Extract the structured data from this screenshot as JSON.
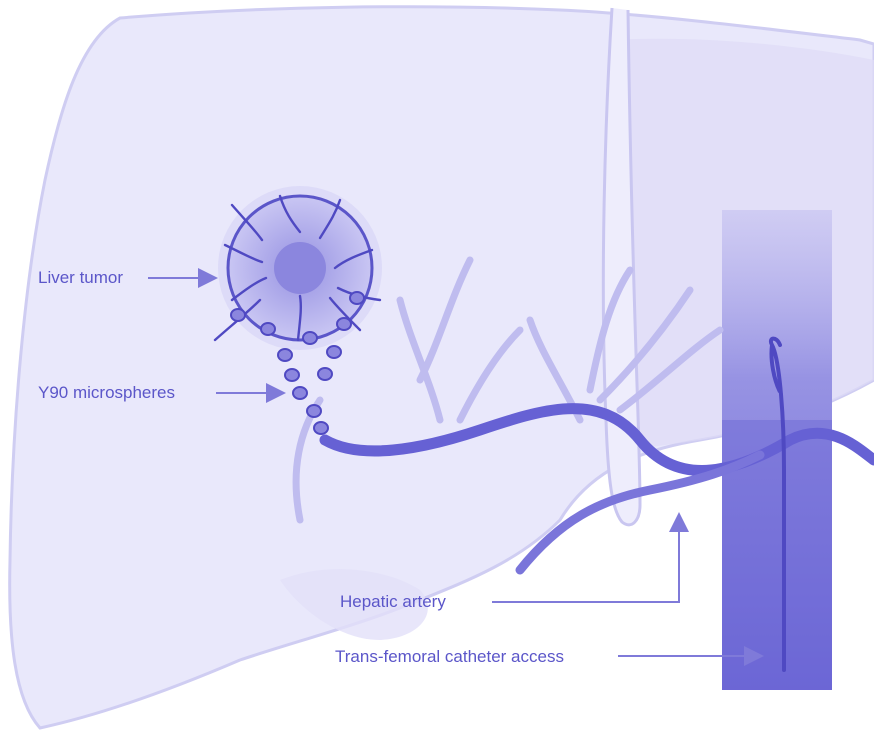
{
  "colors": {
    "liver_fill": "#e9e8fb",
    "liver_stroke": "#cfcdf2",
    "vessel": "#6661d4",
    "vessel_dark": "#4f49c2",
    "vena_cava": "#8783de",
    "tumor_core": "#8b86de",
    "label_text": "#5b56c9",
    "arrow": "#7f7ad9"
  },
  "labels": {
    "liver_tumor": "Liver tumor",
    "y90_microspheres": "Y90 microspheres",
    "hepatic_artery": "Hepatic artery",
    "catheter_access": "Trans-femoral catheter access"
  }
}
